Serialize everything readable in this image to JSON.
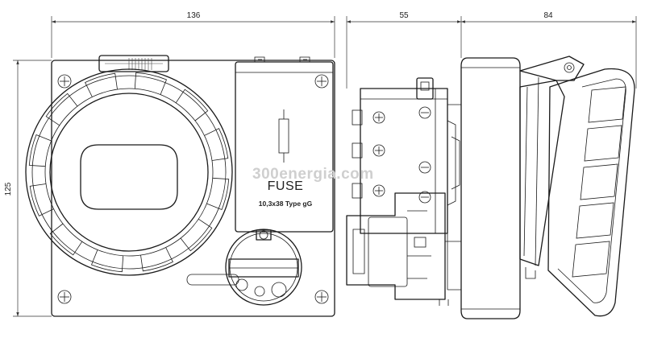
{
  "dimensions": {
    "front_width": "136",
    "front_height": "125",
    "side_depth": "55",
    "side_socket_depth": "84"
  },
  "fuse_panel": {
    "title": "FUSE",
    "subtitle": "10,3x38 Type gG"
  },
  "watermark": "300energia.com"
}
